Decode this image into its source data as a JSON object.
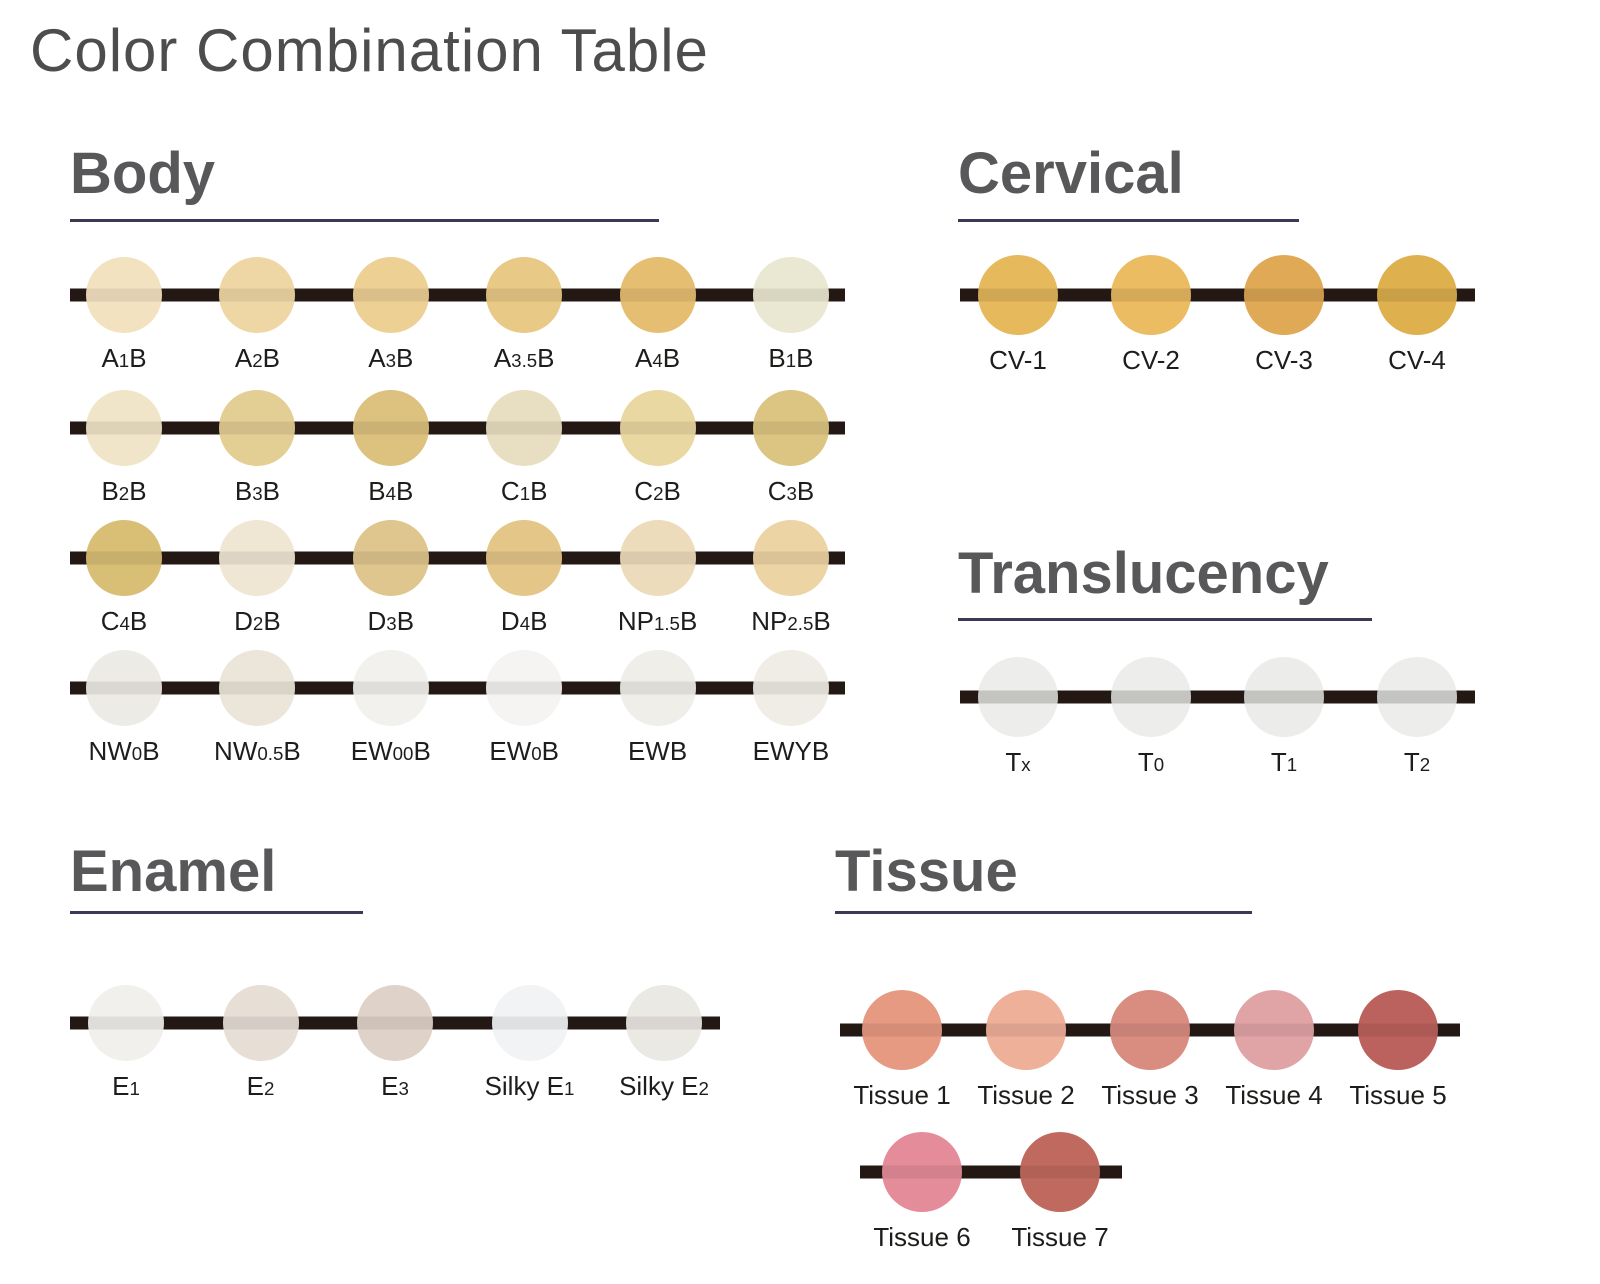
{
  "title": "Color Combination Table",
  "colors": {
    "track": "#231814",
    "underline": "#3a3a57",
    "heading_text": "#58585a",
    "title_text": "#4d4d4d",
    "label_text": "#1d1d1b"
  },
  "sections": {
    "body": {
      "heading": "Body",
      "rows": [
        [
          {
            "label": "A1B",
            "parts": [
              "A",
              "~1",
              "B"
            ],
            "color": "#F3E2C0"
          },
          {
            "label": "A2B",
            "parts": [
              "A",
              "~2",
              "B"
            ],
            "color": "#EFD7A5"
          },
          {
            "label": "A3B",
            "parts": [
              "A",
              "~3",
              "B"
            ],
            "color": "#EDD094"
          },
          {
            "label": "A3.5B",
            "parts": [
              "A",
              "~3.5",
              "B"
            ],
            "color": "#E9C986"
          },
          {
            "label": "A4B",
            "parts": [
              "A",
              "~4",
              "B"
            ],
            "color": "#E5BE72"
          },
          {
            "label": "B1B",
            "parts": [
              "B",
              "~1",
              "B"
            ],
            "color": "#EAE8D2"
          }
        ],
        [
          {
            "label": "B2B",
            "parts": [
              "B",
              "~2",
              "B"
            ],
            "color": "#F0E5C8"
          },
          {
            "label": "B3B",
            "parts": [
              "B",
              "~3",
              "B"
            ],
            "color": "#E3CE94"
          },
          {
            "label": "B4B",
            "parts": [
              "B",
              "~4",
              "B"
            ],
            "color": "#DCC27E"
          },
          {
            "label": "C1B",
            "parts": [
              "C",
              "~1",
              "B"
            ],
            "color": "#E8DFC2"
          },
          {
            "label": "C2B",
            "parts": [
              "C",
              "~2",
              "B"
            ],
            "color": "#EAD8A2"
          },
          {
            "label": "C3B",
            "parts": [
              "C",
              "~3",
              "B"
            ],
            "color": "#DCC582"
          }
        ],
        [
          {
            "label": "C4B",
            "parts": [
              "C",
              "~4",
              "B"
            ],
            "color": "#D9BE76"
          },
          {
            "label": "D2B",
            "parts": [
              "D",
              "~2",
              "B"
            ],
            "color": "#F0E6D4"
          },
          {
            "label": "D3B",
            "parts": [
              "D",
              "~3",
              "B"
            ],
            "color": "#DFC68E"
          },
          {
            "label": "D4B",
            "parts": [
              "D",
              "~4",
              "B"
            ],
            "color": "#E4C688"
          },
          {
            "label": "NP1.5B",
            "parts": [
              "NP",
              "~1.5",
              "B"
            ],
            "color": "#EDDCBB"
          },
          {
            "label": "NP2.5B",
            "parts": [
              "NP",
              "~2.5",
              "B"
            ],
            "color": "#EDD4A4"
          }
        ],
        [
          {
            "label": "NW0B",
            "parts": [
              "NW",
              "~0",
              "B"
            ],
            "color": "#EDEBE6"
          },
          {
            "label": "NW0.5B",
            "parts": [
              "NW",
              "~0.5",
              "B"
            ],
            "color": "#EBE6D9"
          },
          {
            "label": "EW00B",
            "parts": [
              "EW",
              "~00",
              "B"
            ],
            "color": "#F2F1ED"
          },
          {
            "label": "EW0B",
            "parts": [
              "EW",
              "~0",
              "B"
            ],
            "color": "#F5F4F2"
          },
          {
            "label": "EWB",
            "parts": [
              "EWB"
            ],
            "color": "#EFEEE9"
          },
          {
            "label": "EWYB",
            "parts": [
              "EWYB"
            ],
            "color": "#EFEDE6"
          }
        ]
      ]
    },
    "cervical": {
      "heading": "Cervical",
      "rows": [
        [
          {
            "label": "CV-1",
            "parts": [
              "CV-1"
            ],
            "color": "#E7B95D"
          },
          {
            "label": "CV-2",
            "parts": [
              "CV-2"
            ],
            "color": "#EBBC62"
          },
          {
            "label": "CV-3",
            "parts": [
              "CV-3"
            ],
            "color": "#DFA956"
          },
          {
            "label": "CV-4",
            "parts": [
              "CV-4"
            ],
            "color": "#DFB14E"
          }
        ]
      ]
    },
    "translucency": {
      "heading": "Translucency",
      "rows": [
        [
          {
            "label": "Tx",
            "parts": [
              "T",
              "~x"
            ],
            "color": "#EDEEEB"
          },
          {
            "label": "T0",
            "parts": [
              "T",
              "~0"
            ],
            "color": "#EDEEEB"
          },
          {
            "label": "T1",
            "parts": [
              "T",
              "~1"
            ],
            "color": "#ECEDEA"
          },
          {
            "label": "T2",
            "parts": [
              "T",
              "~2"
            ],
            "color": "#EDEEEC"
          }
        ]
      ]
    },
    "enamel": {
      "heading": "Enamel",
      "rows": [
        [
          {
            "label": "E1",
            "parts": [
              "E",
              "~1"
            ],
            "color": "#F1F0EC"
          },
          {
            "label": "E2",
            "parts": [
              "E",
              "~2"
            ],
            "color": "#E7DFD6"
          },
          {
            "label": "E3",
            "parts": [
              "E",
              "~3"
            ],
            "color": "#DFD3C9"
          },
          {
            "label": "Silky E1",
            "parts": [
              "Silky E",
              "~1"
            ],
            "color": "#F1F3F5"
          },
          {
            "label": "Silky E2",
            "parts": [
              "Silky E",
              "~2"
            ],
            "color": "#EBE9E3"
          }
        ]
      ]
    },
    "tissue": {
      "heading": "Tissue",
      "rows": [
        [
          {
            "label": "Tissue 1",
            "parts": [
              "Tissue 1"
            ],
            "color": "#E79A82"
          },
          {
            "label": "Tissue 2",
            "parts": [
              "Tissue 2"
            ],
            "color": "#EFB09A"
          },
          {
            "label": "Tissue 3",
            "parts": [
              "Tissue 3"
            ],
            "color": "#D88D80"
          },
          {
            "label": "Tissue 4",
            "parts": [
              "Tissue 4"
            ],
            "color": "#E0A4A6"
          },
          {
            "label": "Tissue 5",
            "parts": [
              "Tissue 5"
            ],
            "color": "#BB625E"
          }
        ],
        [
          {
            "label": "Tissue 6",
            "parts": [
              "Tissue 6"
            ],
            "color": "#E58C9B"
          },
          {
            "label": "Tissue 7",
            "parts": [
              "Tissue 7"
            ],
            "color": "#C06A5F"
          }
        ]
      ]
    }
  }
}
